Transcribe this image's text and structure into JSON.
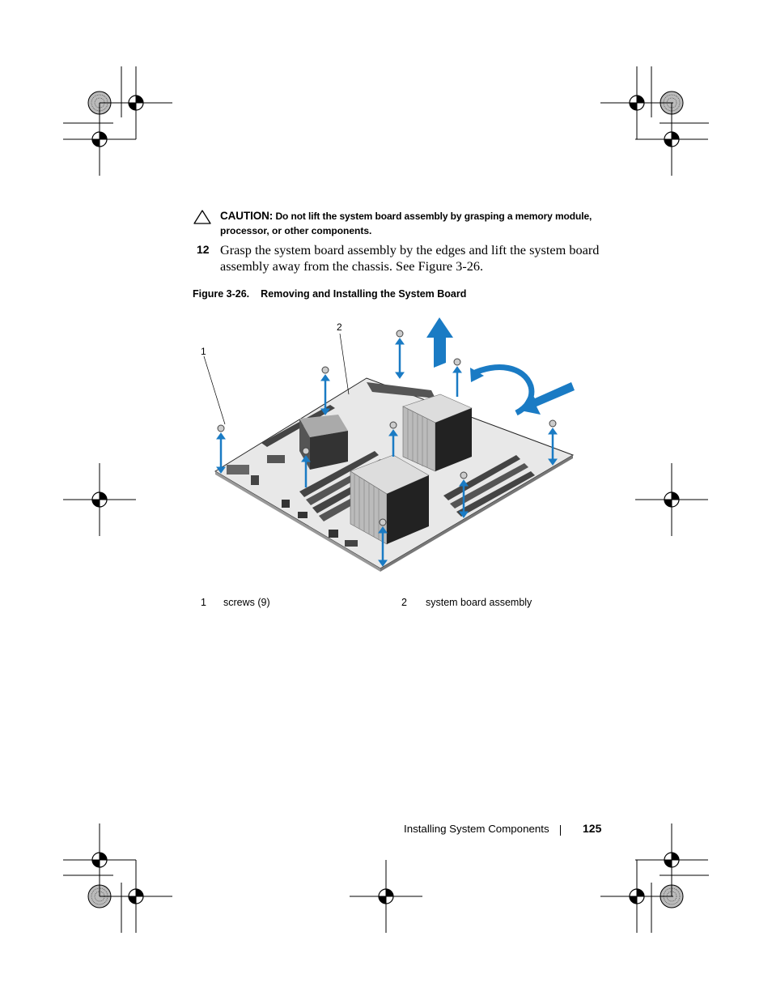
{
  "caution": {
    "icon": "caution-triangle-icon",
    "label": "CAUTION:",
    "text_line1": "Do not lift the system board assembly by grasping a memory module,",
    "text_line2": "processor, or other components."
  },
  "step": {
    "number": "12",
    "text": "Grasp the system board assembly by the edges and lift the system board assembly away from the chassis. See Figure 3-26."
  },
  "figure": {
    "number": "Figure 3-26.",
    "title": "Removing and Installing the System Board",
    "callout_1": "1",
    "callout_2": "2",
    "arrow_color": "#1a7bc4",
    "legend": [
      {
        "num": "1",
        "label": "screws (9)"
      },
      {
        "num": "2",
        "label": "system board assembly"
      }
    ]
  },
  "footer": {
    "section": "Installing System Components",
    "page": "125"
  }
}
